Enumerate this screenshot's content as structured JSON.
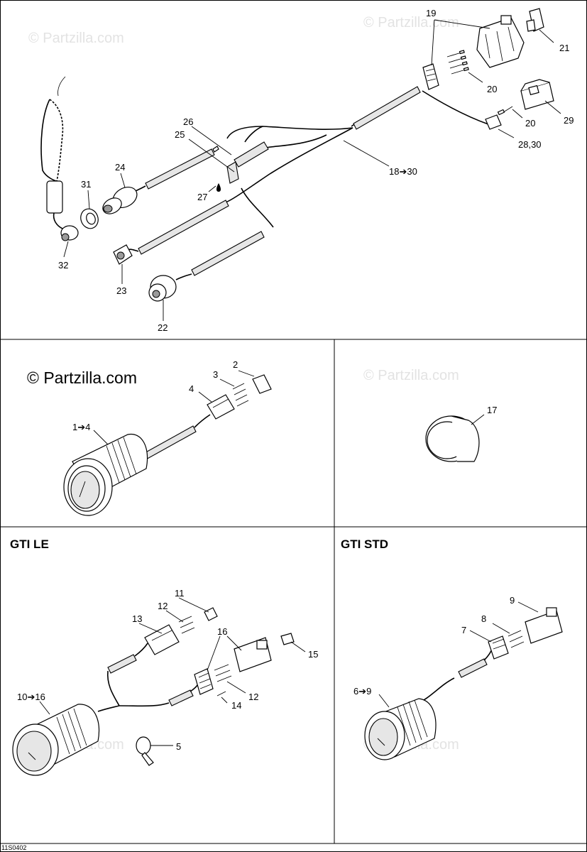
{
  "watermark": {
    "text": "© Partzilla.com",
    "prominent": "© Partzilla.com"
  },
  "panels": {
    "gti_le": {
      "title": "GTI LE"
    },
    "gti_std": {
      "title": "GTI STD"
    }
  },
  "callouts": {
    "c19": "19",
    "c21": "21",
    "c20a": "20",
    "c20b": "20",
    "c29": "29",
    "c2830": "28,30",
    "c1830": "18➔30",
    "c26": "26",
    "c25": "25",
    "c27": "27",
    "c24": "24",
    "c31": "31",
    "c32": "32",
    "c23": "23",
    "c22": "22",
    "c2": "2",
    "c3": "3",
    "c4": "4",
    "c14": "1➔4",
    "c17": "17",
    "c11": "11",
    "c12a": "12",
    "c13": "13",
    "c16": "16",
    "c15": "15",
    "c12b": "12",
    "c14b": "14",
    "c1016": "10➔16",
    "c5": "5",
    "c9": "9",
    "c8": "8",
    "c7": "7",
    "c69": "6➔9"
  },
  "diagram_code": "11S0402"
}
